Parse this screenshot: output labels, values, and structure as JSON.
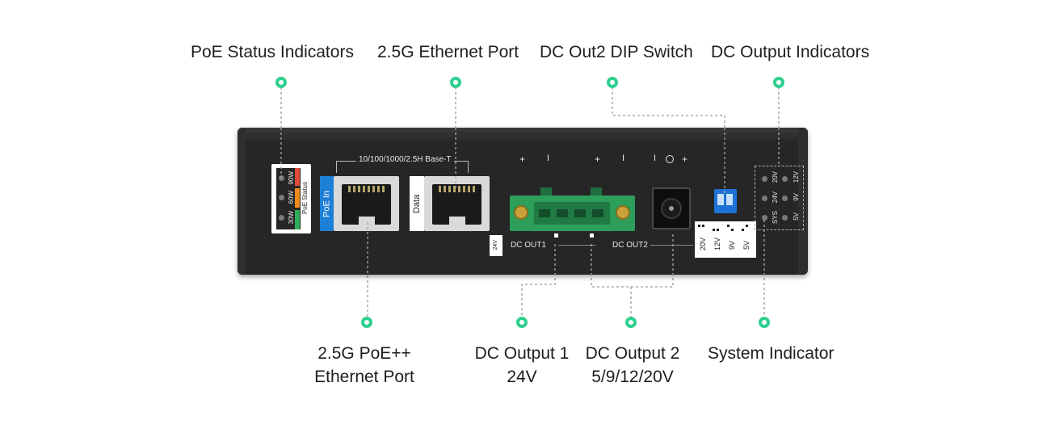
{
  "callouts": {
    "poe_status": "PoE Status Indicators",
    "ethernet_port": "2.5G Ethernet Port",
    "dip_switch": "DC Out2 DIP Switch",
    "dc_output_indicators": "DC Output Indicators",
    "poe_port_line1": "2.5G PoE++",
    "poe_port_line2": "Ethernet Port",
    "dc_out1_line1": "DC Output 1",
    "dc_out1_line2": "24V",
    "dc_out2_line1": "DC Output 2",
    "dc_out2_line2": "5/9/12/20V",
    "system_indicator": "System Indicator"
  },
  "device": {
    "port_speed_label": "10/100/1000/2.5H Base-T",
    "poe_in_label": "PoE In",
    "data_label": "Data",
    "poe_levels": [
      "90W",
      "60W",
      "30W"
    ],
    "poe_status_label": "PoE Status",
    "dc_out1_label": "DC OUT1",
    "dc_out1_voltage": "24V",
    "dc_out2_label": "DC OUT2",
    "polarity_plus": "+",
    "polarity_minus": "I",
    "dip_settings": [
      "20V",
      "12V",
      "9V",
      "5V"
    ],
    "output_leds": [
      "20V",
      "24V",
      "SYS",
      "12V",
      "9V",
      "5V"
    ]
  },
  "colors": {
    "accent_dot": "#2fcf8e",
    "poe_in_blue": "#1e7fd6",
    "terminal_green": "#2e9e5b",
    "led_90w": "#e04a3a",
    "led_60w": "#f08a1d",
    "led_30w": "#2fae5a"
  }
}
